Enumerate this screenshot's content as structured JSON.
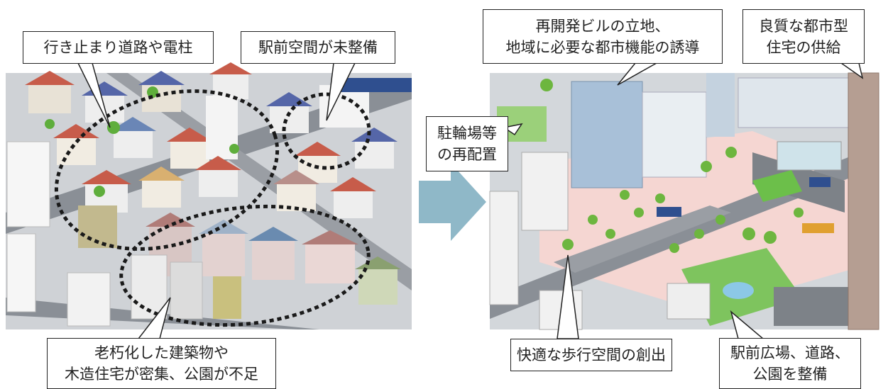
{
  "before": {
    "callout_dead_end": "行き止まり道路や電柱",
    "callout_station_plaza": "駅前空間が未整備",
    "callout_dense_houses": {
      "line1": "老朽化した建築物や",
      "line2": "木造住宅が密集、公園が不足"
    }
  },
  "after": {
    "callout_redevelopment": {
      "line1": "再開発ビルの立地、",
      "line2": "地域に必要な都市機能の誘導"
    },
    "callout_housing": {
      "line1": "良質な都市型",
      "line2": "住宅の供給"
    },
    "callout_bicycle": {
      "line1": "駐輪場等",
      "line2": "の再配置"
    },
    "callout_walkway": "快適な歩行空間の創出",
    "callout_plaza_roads": {
      "line1": "駅前広場、道路、",
      "line2": "公園を整備"
    }
  },
  "colors": {
    "arrow": "#8fb8c8",
    "plaza_pink": "#f5d6d2",
    "road": "#8a8f96",
    "dotted_outline": "#1a1a1a"
  }
}
